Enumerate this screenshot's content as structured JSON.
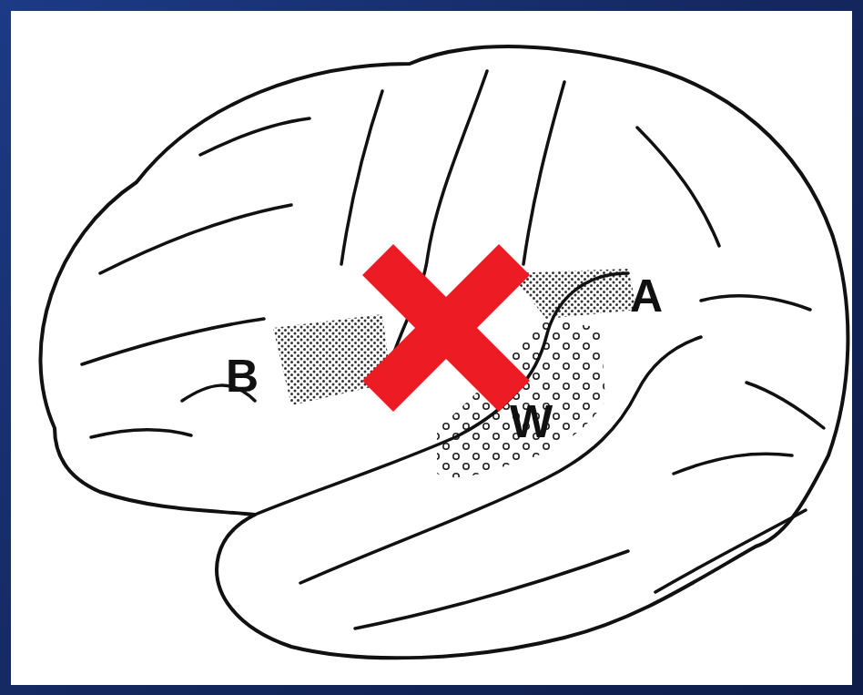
{
  "diagram": {
    "labels": [
      "B",
      "W",
      "A"
    ]
  }
}
